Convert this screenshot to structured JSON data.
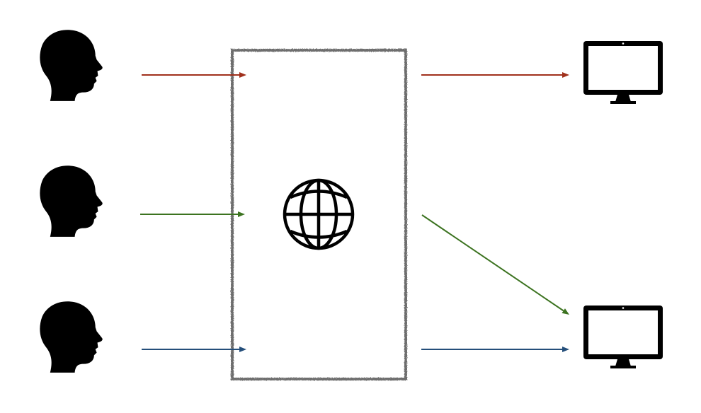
{
  "colors": {
    "background": "#ffffff",
    "icon": "#000000",
    "box_border": "#6e6e6e",
    "flow_red": "#a0301c",
    "flow_green": "#3c7320",
    "flow_blue": "#244e7a"
  },
  "icons": {
    "person": "person-head-silhouette-icon",
    "network": "globe-icon",
    "computer": "monitor-icon"
  },
  "people": [
    {
      "id": "person-1"
    },
    {
      "id": "person-2"
    },
    {
      "id": "person-3"
    }
  ],
  "computers": [
    {
      "id": "computer-1"
    },
    {
      "id": "computer-2"
    }
  ],
  "flows": [
    {
      "color": "flow_red",
      "from": "person-1",
      "to": "computer-1"
    },
    {
      "color": "flow_green",
      "from": "person-2",
      "to": "computer-2"
    },
    {
      "color": "flow_blue",
      "from": "person-3",
      "to": "computer-2"
    }
  ]
}
